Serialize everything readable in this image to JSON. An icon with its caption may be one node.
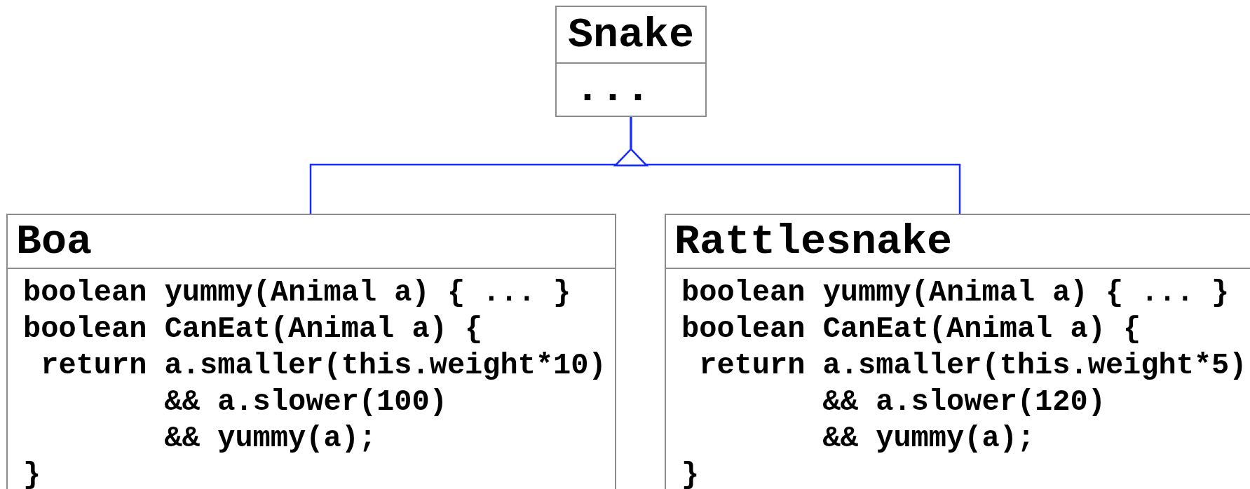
{
  "diagram": {
    "nodes": [
      {
        "text": [
          "Snake",
          "..."
        ]
      },
      {
        "text": [
          "Boa",
          "boolean yummy(Animal a) { ... }",
          "boolean CanEat(Animal a) {",
          "return a.smaller(this.weight*10)",
          "&& a.slower(100)",
          "&& yummy(a);",
          "}"
        ]
      },
      {
        "text": [
          "Rattlesnake",
          "boolean yummy(Animal a) { ... }",
          "boolean CanEat(Animal a) {",
          "return a.smaller(this.weight*5)",
          "&& a.slower(120)",
          "&& yummy(a);",
          "}"
        ]
      }
    ],
    "edges": [
      {
        "from": 1,
        "to": 0,
        "arrow": "to",
        "color": "#1a2cff"
      },
      {
        "from": 2,
        "to": 0,
        "arrow": "to",
        "color": "#1a2cff"
      }
    ]
  }
}
